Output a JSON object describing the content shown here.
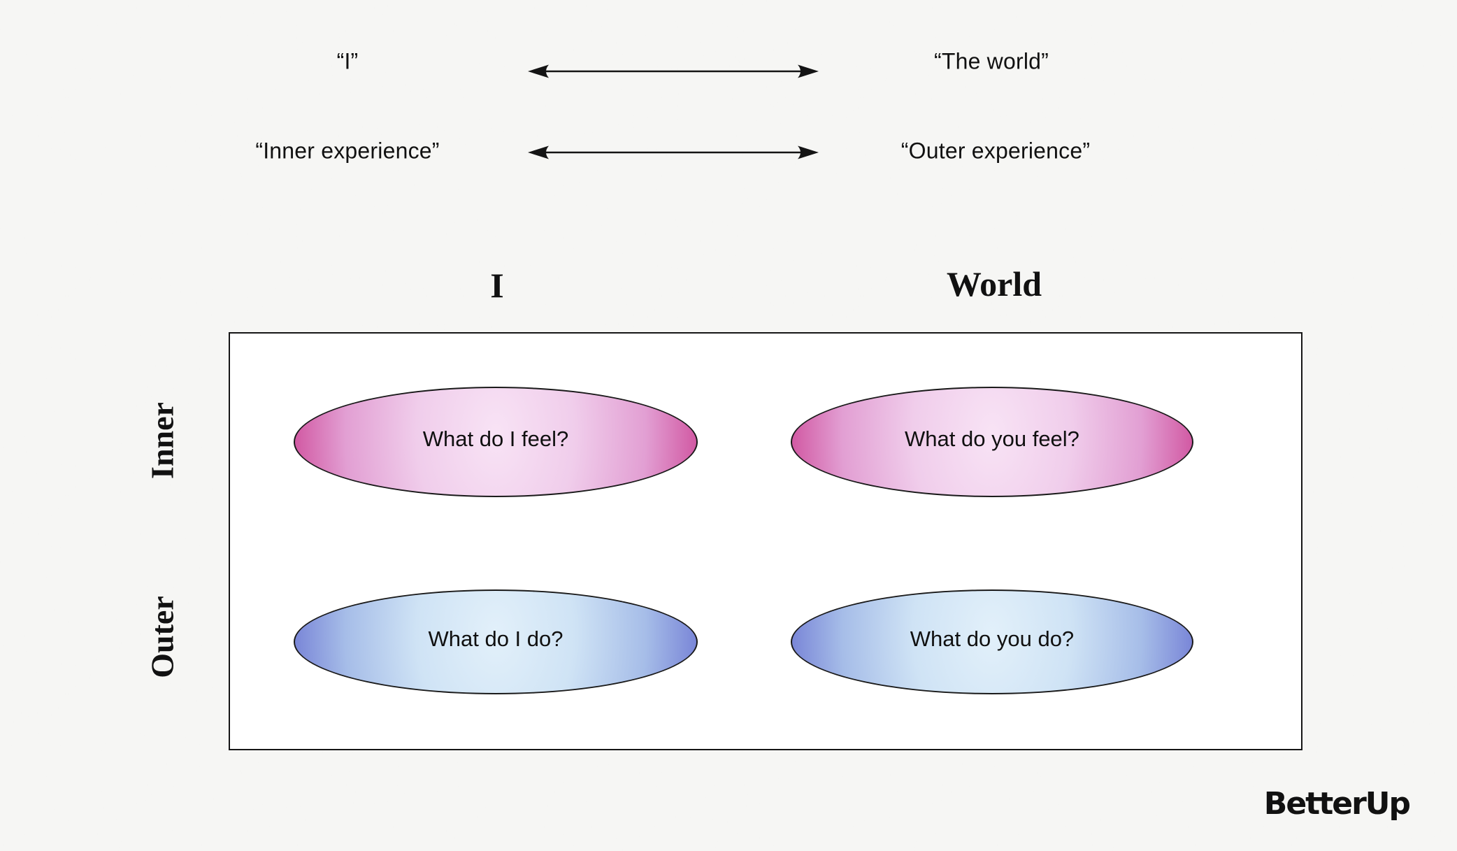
{
  "comparison": {
    "rows": [
      {
        "left": "“I”",
        "right": "“The world”"
      },
      {
        "left": "“Inner experience”",
        "right": "“Outer experience”"
      }
    ]
  },
  "matrix": {
    "column_headers": [
      "I",
      "World"
    ],
    "row_headers": [
      "Inner",
      "Outer"
    ],
    "cells": [
      {
        "row": "Inner",
        "column": "I",
        "label": "What do I feel?",
        "theme": "pink"
      },
      {
        "row": "Inner",
        "column": "World",
        "label": "What do you feel?",
        "theme": "pink"
      },
      {
        "row": "Outer",
        "column": "I",
        "label": "What do I do?",
        "theme": "blue"
      },
      {
        "row": "Outer",
        "column": "World",
        "label": "What do you do?",
        "theme": "blue"
      }
    ]
  },
  "branding": {
    "logo_text": "BetterUp"
  },
  "colors": {
    "background": "#f6f6f4",
    "ink": "#111111",
    "pink_edge": "#cf4f9c",
    "pink_light": "#f8e3f5",
    "blue_edge": "#737ed5",
    "blue_light": "#e2f0fa"
  }
}
